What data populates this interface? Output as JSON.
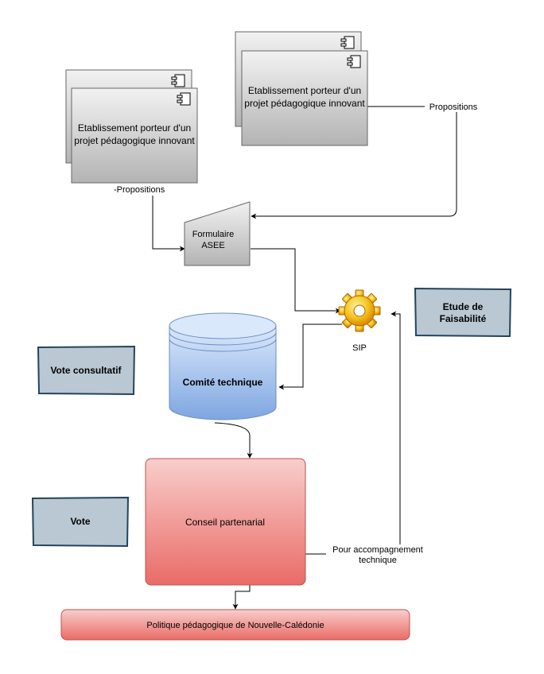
{
  "nodes": {
    "etab_left": {
      "line1": "Etablissement porteur d'un",
      "line2": "projet pédagogique innovant"
    },
    "etab_right": {
      "line1": "Etablissement porteur d'un",
      "line2": "projet pédagogique innovant"
    },
    "formulaire": {
      "line1": "Formulaire",
      "line2": "ASEE"
    },
    "sip": {
      "label": "SIP"
    },
    "comite": {
      "label": "Comité technique"
    },
    "conseil": {
      "label": "Conseil partenarial"
    },
    "politique": {
      "label": "Politique pédagogique de Nouvelle-Calédonie"
    },
    "etude": {
      "line1": "Etude de",
      "line2": "Faisabilité"
    },
    "vote_consultatif": {
      "label": "Vote consultatif"
    },
    "vote": {
      "label": "Vote"
    }
  },
  "edges": {
    "propositions_left": "Propositions",
    "propositions_right": "Propositions",
    "accompagnement": {
      "line1": "Pour accompagnement",
      "line2": "technique"
    }
  },
  "colors": {
    "component_top": "#f2f2f2",
    "component_bottom": "#b3b3b3",
    "cylinder_top": "#dae8fc",
    "cylinder_bottom": "#7ea6e0",
    "red_top": "#f8cecc",
    "red_bottom": "#ea6b66",
    "note_fill": "#bac8d3",
    "note_stroke": "#23445d",
    "gear": "#f0a30a"
  }
}
